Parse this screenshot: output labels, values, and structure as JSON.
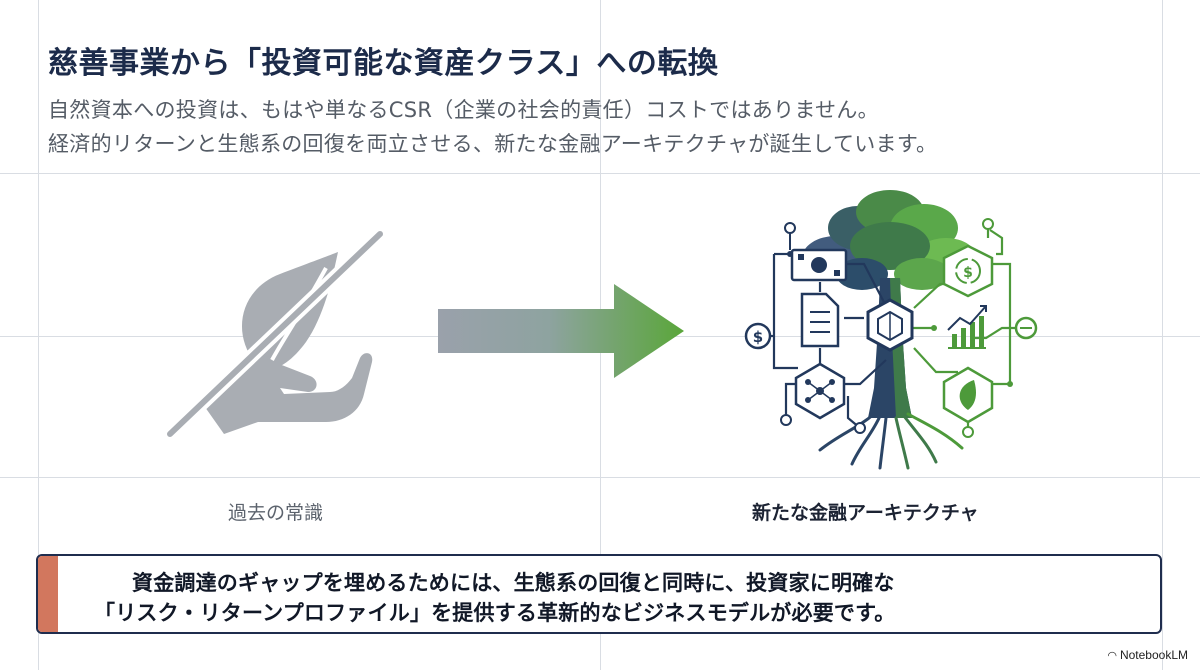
{
  "slide": {
    "title": "慈善事業から「投資可能な資産クラス」への転換",
    "subtitle_lines": [
      "自然資本への投資は、もはや単なるCSR（企業の社会的責任）コストではありません。",
      "経済的リターンと生態系の回復を両立させる、新たな金融アーキテクチャが誕生しています。"
    ]
  },
  "comparison": {
    "left_caption": "過去の常識",
    "right_caption": "新たな金融アーキテクチャ"
  },
  "callout": {
    "lines": [
      "資金調達のギャップを埋めるためには、生態系の回復と同時に、投資家に明確な",
      "「リスク・リターンプロファイル」を提供する革新的なビジネスモデルが必要です。"
    ]
  },
  "footer": {
    "brand": "NotebookLM",
    "brand_icon": "notebooklm-logo-icon"
  },
  "colors": {
    "title": "#1c2b4a",
    "grid": "#d9dde3",
    "gray_icon": "#a9adb3",
    "arrow_start": "#9aa1ab",
    "arrow_end": "#5aa63a",
    "navy": "#22385c",
    "green": "#4d9a3a",
    "callout_border": "#1f2d4e",
    "callout_accent": "#d2775e"
  }
}
